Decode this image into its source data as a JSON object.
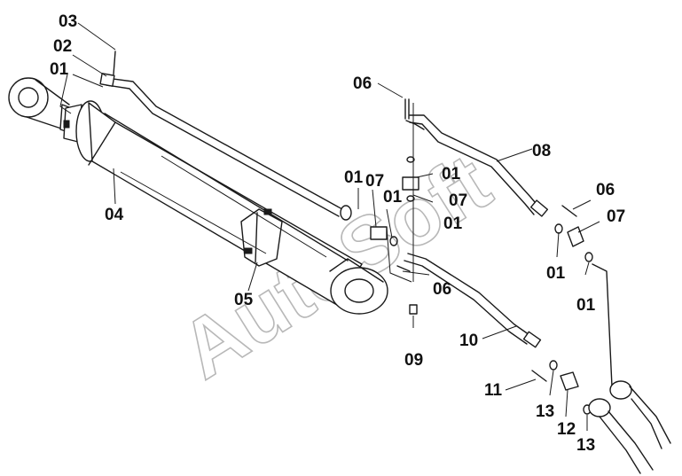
{
  "watermark": "AutoSoft",
  "labels": {
    "l03": "03",
    "l02": "02",
    "l01a": "01",
    "l04": "04",
    "l05": "05",
    "l06a": "06",
    "l08": "08",
    "l01b": "01",
    "l07a": "07",
    "l01c": "01",
    "l01d": "01",
    "l07b": "07",
    "l01e": "01",
    "l06b": "06",
    "l07c": "07",
    "l01f": "01",
    "l01g": "01",
    "l06c": "06",
    "l09": "09",
    "l10": "10",
    "l11": "11",
    "l13a": "13",
    "l12": "12",
    "l13b": "13"
  }
}
